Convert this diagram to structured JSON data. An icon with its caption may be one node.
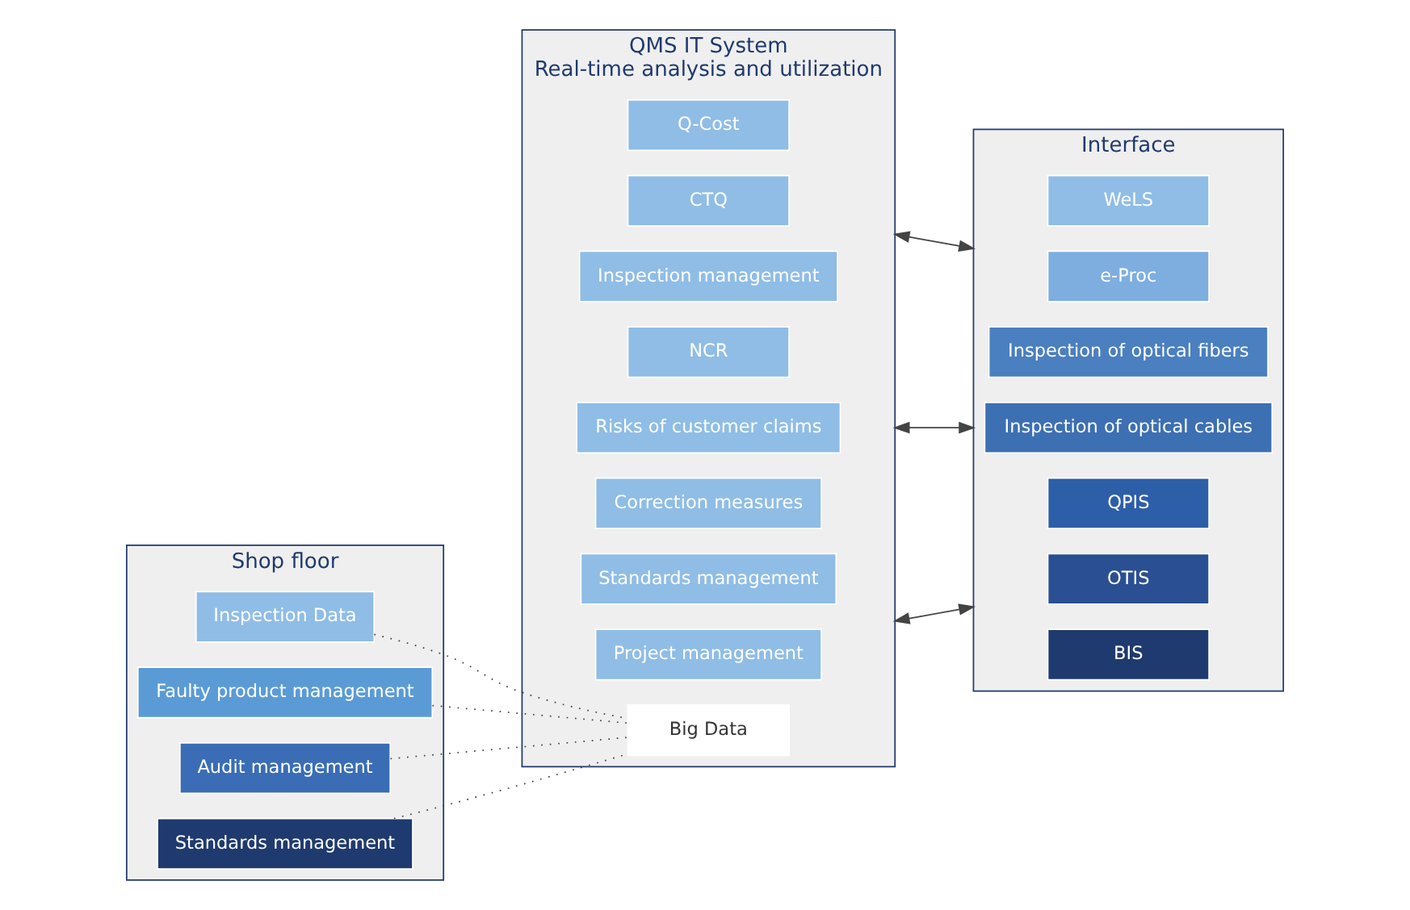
{
  "diagram": {
    "nodes": [
      {
        "text": [
          "Shop floor"
        ]
      },
      {
        "text": [
          "Inspection Data"
        ],
        "in": 0
      },
      {
        "text": [
          "Faulty product management"
        ],
        "in": 0
      },
      {
        "text": [
          "Audit management"
        ],
        "in": 0
      },
      {
        "text": [
          "Standards management"
        ],
        "in": 0
      },
      {
        "text": [
          "QMS IT System",
          "Real-time analysis and utilization"
        ]
      },
      {
        "text": [
          "Q-Cost"
        ],
        "in": 5
      },
      {
        "text": [
          "CTQ"
        ],
        "in": 5
      },
      {
        "text": [
          "Inspection management"
        ],
        "in": 5
      },
      {
        "text": [
          "NCR"
        ],
        "in": 5
      },
      {
        "text": [
          "Risks of customer claims"
        ],
        "in": 5
      },
      {
        "text": [
          "Correction measures"
        ],
        "in": 5
      },
      {
        "text": [
          "Standards management"
        ],
        "in": 5
      },
      {
        "text": [
          "Project management"
        ],
        "in": 5
      },
      {
        "text": [
          "Big Data"
        ],
        "in": 5
      },
      {
        "text": [
          "Interface"
        ]
      },
      {
        "text": [
          "WeLS"
        ],
        "in": 15
      },
      {
        "text": [
          "e-Proc"
        ],
        "in": 15
      },
      {
        "text": [
          "Inspection of optical fibers"
        ],
        "in": 15
      },
      {
        "text": [
          "Inspection of optical cables"
        ],
        "in": 15
      },
      {
        "text": [
          "QPIS"
        ],
        "in": 15
      },
      {
        "text": [
          "OTIS"
        ],
        "in": 15
      },
      {
        "text": [
          "BIS"
        ],
        "in": 15
      }
    ],
    "edges": [
      {
        "from": 1,
        "to": 14,
        "arrow": "none",
        "style": "dashed"
      },
      {
        "from": 2,
        "to": 14,
        "arrow": "none",
        "style": "dashed"
      },
      {
        "from": 3,
        "to": 14,
        "arrow": "none",
        "style": "dashed"
      },
      {
        "from": 4,
        "to": 14,
        "arrow": "none",
        "style": "dashed"
      },
      {
        "from": 5,
        "to": 15,
        "arrow": "both"
      },
      {
        "from": 5,
        "to": 15,
        "arrow": "both"
      },
      {
        "from": 5,
        "to": 15,
        "arrow": "both"
      }
    ]
  }
}
